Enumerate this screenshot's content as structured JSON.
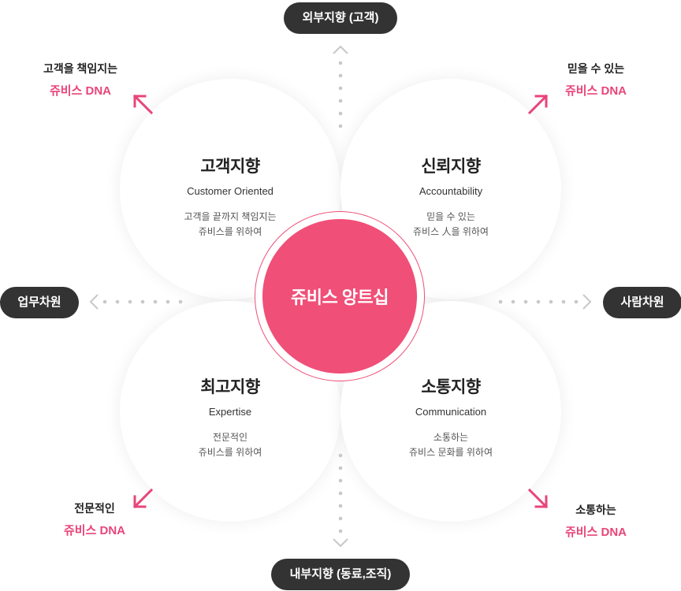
{
  "center": {
    "label": "쥬비스 앙트십"
  },
  "axes": {
    "top": "외부지향 (고객)",
    "bottom": "내부지향 (동료,조직)",
    "left": "업무차원",
    "right": "사람차원"
  },
  "cards": {
    "top_left": {
      "title": "고객지향",
      "en": "Customer Oriented",
      "desc1": "고객을 끝까지 책임지는",
      "desc2": "쥬비스를 위하여"
    },
    "top_right": {
      "title": "신뢰지향",
      "en": "Accountability",
      "desc1": "믿을 수 있는",
      "desc2": "쥬비스 人을 위하여"
    },
    "bottom_left": {
      "title": "최고지향",
      "en": "Expertise",
      "desc1": "전문적인",
      "desc2": "쥬비스를 위하여"
    },
    "bottom_right": {
      "title": "소통지향",
      "en": "Communication",
      "desc1": "소통하는",
      "desc2": "쥬비스 문화를 위하여"
    }
  },
  "dna": {
    "top_left": {
      "line1": "고객을 책임지는",
      "line2": "쥬비스 DNA"
    },
    "top_right": {
      "line1": "믿을 수 있는",
      "line2": "쥬비스 DNA"
    },
    "bottom_left": {
      "line1": "전문적인",
      "line2": "쥬비스 DNA"
    },
    "bottom_right": {
      "line1": "소통하는",
      "line2": "쥬비스 DNA"
    }
  },
  "colors": {
    "accent": "#f04f78",
    "dna_text": "#e8457a",
    "pill": "#333333",
    "dots": "#c8c8c8"
  }
}
